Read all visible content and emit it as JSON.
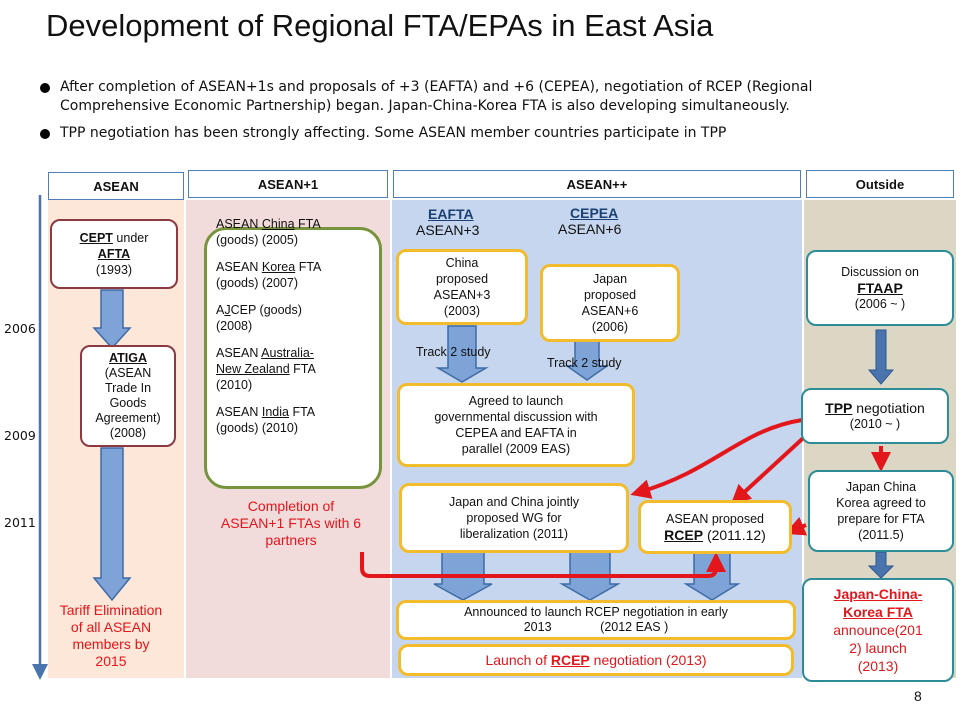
{
  "title": "Development of Regional FTA/EPAs in East Asia",
  "bullets": [
    {
      "line1": "After completion of ASEAN+1s and proposals of +3 (EAFTA) and +6 (CEPEA), negotiation of RCEP (Regional",
      "line2": "Comprehensive Economic Partnership) began. Japan-China-Korea FTA is also developing simultaneously."
    },
    {
      "line1": "TPP negotiation has been strongly affecting. Some ASEAN member countries participate in TPP",
      "line2": ""
    }
  ],
  "columns": {
    "asean": "ASEAN",
    "asean_plus1": "ASEAN+1",
    "asean_plusplus": "ASEAN++",
    "outside": "Outside"
  },
  "years": [
    "2006",
    "2009",
    "2011"
  ],
  "asean_col": {
    "cept": {
      "l1": "CEPT",
      "l1b": " under",
      "l2": "AFTA",
      "l3": "(1993)"
    },
    "atiga": {
      "l1": "ATIGA",
      "l2": "(ASEAN",
      "l3": "Trade In",
      "l4": "Goods",
      "l5": "Agreement)",
      "l6": "(2008)"
    },
    "tariff": {
      "l1": "Tariff Elimination",
      "l2": "of all ASEAN",
      "l3": "members by",
      "l4": "2015"
    }
  },
  "plus1": {
    "china": {
      "a": "ASEAN ",
      "u": "China",
      "b": " FTA",
      "c": "(goods) (2005)"
    },
    "korea": {
      "a": "ASEAN ",
      "u": "Korea",
      "b": " FTA",
      "c": "(goods) (2007)"
    },
    "ajcep": {
      "a": "A",
      "u": "J",
      "b": "CEP (goods)",
      "c": "(2008)"
    },
    "anz": {
      "a": "ASEAN ",
      "u1": "Australia-",
      "u2": "New Zealand",
      "b": " FTA",
      "c": "(2010)"
    },
    "india": {
      "a": "ASEAN ",
      "u": "India",
      "b": " FTA",
      "c": "(goods) (2010)"
    },
    "completion": {
      "l1": "Completion of",
      "l2": "ASEAN+1 FTAs with 6",
      "l3": "partners"
    }
  },
  "plusplus": {
    "eafta": {
      "name": "EAFTA",
      "sub": "ASEAN+3"
    },
    "cepea": {
      "name": "CEPEA",
      "sub": "ASEAN+6"
    },
    "china_proposed": {
      "l1": "China",
      "l2": "proposed",
      "l3": "ASEAN+3",
      "l4": "(2003)"
    },
    "japan_proposed": {
      "l1": "Japan",
      "l2": "proposed",
      "l3": "ASEAN+6",
      "l4": "(2006)"
    },
    "track1": "Track 2 study",
    "track2": "Track 2 study",
    "agreed": {
      "l1": "Agreed to launch",
      "l2": "governmental discussion with",
      "l3": "CEPEA and  EAFTA in",
      "l4": "parallel  (2009 EAS)"
    },
    "jointly": {
      "l1": "Japan and China jointly",
      "l2": "proposed WG for",
      "l3": "liberalization (2011)"
    },
    "rcep_proposed": {
      "l1": "ASEAN proposed",
      "l2": "RCEP",
      "l3": " (2011.12)"
    },
    "announced": {
      "l1": "Announced to launch RCEP negotiation in early",
      "l2": "2013              (2012 EAS )"
    },
    "launch": {
      "a": "Launch of ",
      "u": "RCEP",
      "b": " negotiation (2013)"
    }
  },
  "outside": {
    "ftaap": {
      "l1": "Discussion on",
      "l2": "FTAAP",
      "l3": "(2006 ~ )"
    },
    "tpp": {
      "l1": "TPP",
      "l1b": " negotiation",
      "l2": "(2010 ~ )"
    },
    "jck_agreed": {
      "l1": "Japan China",
      "l2": "Korea agreed to",
      "l3": "prepare for  FTA",
      "l4": "(2011.5)"
    },
    "jck_fta": {
      "l1": "Japan-China-",
      "l2": "Korea FTA",
      "l3": "announce(201",
      "l4": "2) launch",
      "l5": "(2013)"
    }
  },
  "page_number": "8",
  "colors": {
    "gold_border": "#f2bc2c",
    "red_arrow": "#e3161b",
    "blue_arrow": "#4f7fb4"
  }
}
